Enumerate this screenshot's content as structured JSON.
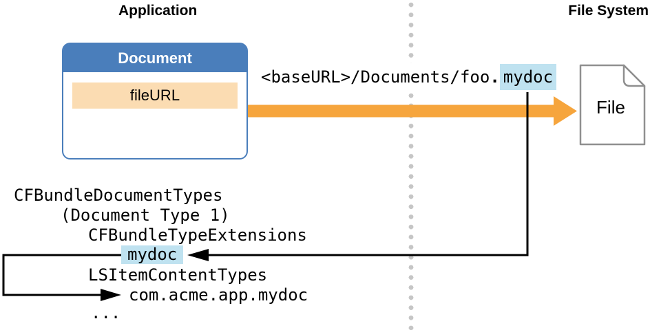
{
  "title_labels": {
    "application": "Application",
    "file_system": "File System"
  },
  "document_box": {
    "title": "Document",
    "property": "fileURL"
  },
  "path_annotation": {
    "prefix": "<baseURL>/Documents/foo",
    "separator": ".",
    "extension": "mydoc"
  },
  "file_icon": {
    "label": "File"
  },
  "plist": {
    "document_types_key": "CFBundleDocumentTypes",
    "document_type": "(Document Type 1)",
    "type_extensions_key": "CFBundleTypeExtensions",
    "extension_value": "mydoc",
    "content_types_key": "LSItemContentTypes",
    "content_type_value": "com.acme.app.mydoc",
    "ellipsis": "..."
  },
  "colors": {
    "header_blue": "#4A7EBB",
    "field_fill": "#FBDCB2",
    "arrow_orange": "#F6A53D",
    "highlight_blue": "#BFE2F0",
    "divider_gray": "#C6C6C6",
    "icon_gray": "#8F8F8F",
    "line_black": "#000000"
  }
}
